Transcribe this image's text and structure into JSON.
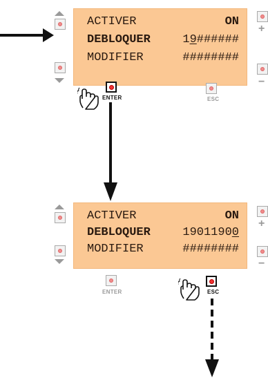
{
  "screen1": {
    "lines": [
      {
        "label": "ACTIVER",
        "value": "ON"
      },
      {
        "label": "DEBLOQUER",
        "value_prefix": "1",
        "value_under": "9",
        "value_suffix": "######"
      },
      {
        "label": "MODIFIER",
        "value": "########"
      }
    ]
  },
  "screen2": {
    "lines": [
      {
        "label": "ACTIVER",
        "value": "ON"
      },
      {
        "label": "DEBLOQUER",
        "value_prefix": "1901190",
        "value_under": "0",
        "value_suffix": ""
      },
      {
        "label": "MODIFIER",
        "value": "########"
      }
    ]
  },
  "buttons": {
    "enter": "ENTER",
    "esc": "ESC",
    "plus": "+",
    "minus": "−"
  },
  "colors": {
    "lcd": "#fbc894",
    "led": "#e33",
    "arrow": "#111"
  }
}
